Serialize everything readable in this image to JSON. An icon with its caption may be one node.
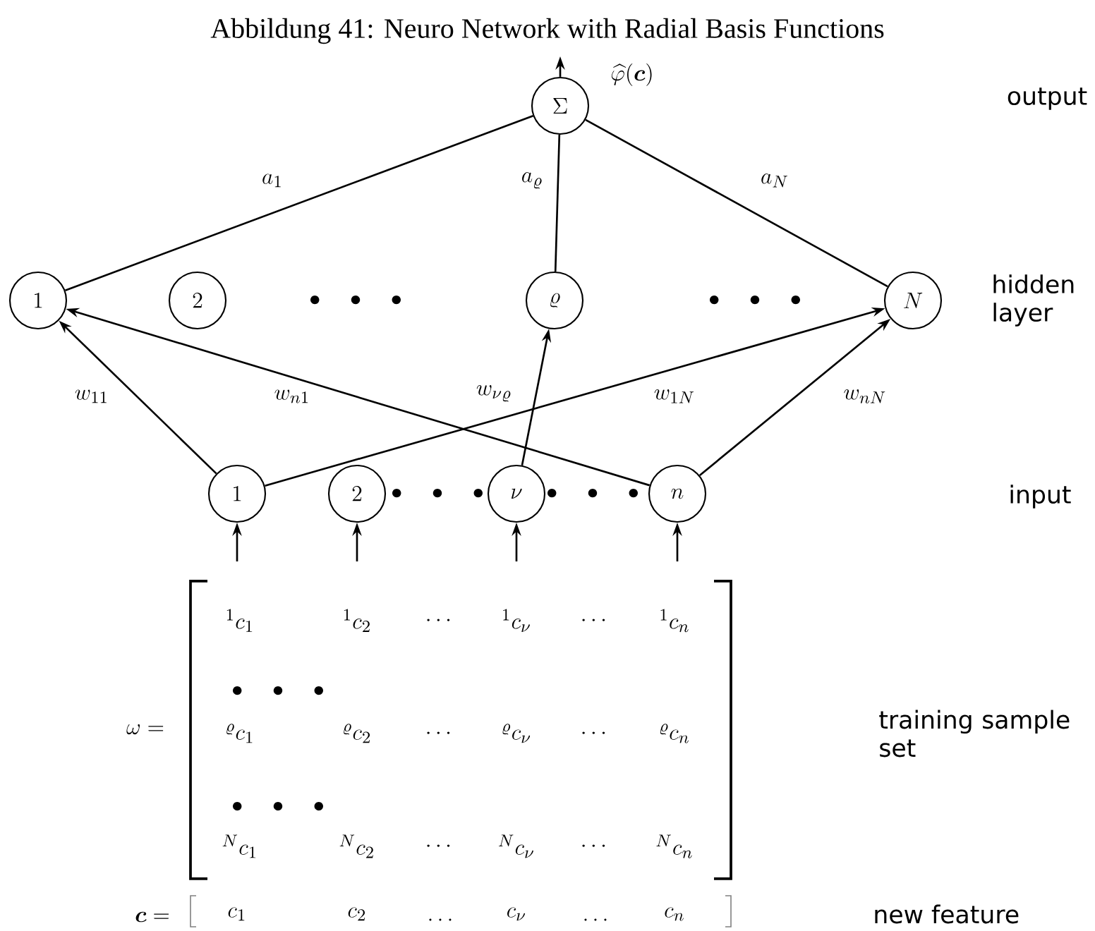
{
  "diagram": {
    "title": "Abbildung 41: Neuro Network with Radial Basis Functions",
    "nodes": [
      {
        "text": [
          "\\Sigma"
        ]
      },
      {
        "text": [
          "1"
        ]
      },
      {
        "text": [
          "2"
        ]
      },
      {
        "text": [
          "\\varrho"
        ]
      },
      {
        "text": [
          "N"
        ]
      },
      {
        "text": [
          "1"
        ]
      },
      {
        "text": [
          "2"
        ]
      },
      {
        "text": [
          "\\nu"
        ]
      },
      {
        "text": [
          "n"
        ]
      }
    ],
    "edges": [
      {
        "from": 0,
        "to": null,
        "arrow": "to",
        "label": "\\widehat{\\varphi}(\\boldsymbol{c})"
      },
      {
        "from": 1,
        "to": 0,
        "arrow": "none",
        "label": "a_{1}"
      },
      {
        "from": 3,
        "to": 0,
        "arrow": "none",
        "label": "a_{\\varrho}"
      },
      {
        "from": 4,
        "to": 0,
        "arrow": "none",
        "label": "a_{N}"
      },
      {
        "from": 5,
        "to": 1,
        "arrow": "to",
        "label": "w_{11}"
      },
      {
        "from": 8,
        "to": 1,
        "arrow": "to",
        "label": "w_{n1}"
      },
      {
        "from": 7,
        "to": 3,
        "arrow": "to",
        "label": "w_{\\nu\\varrho}"
      },
      {
        "from": 5,
        "to": 4,
        "arrow": "to",
        "label": "w_{1N}"
      },
      {
        "from": 8,
        "to": 4,
        "arrow": "to",
        "label": "w_{nN}"
      },
      {
        "from": null,
        "to": 5,
        "arrow": "to"
      },
      {
        "from": null,
        "to": 6,
        "arrow": "to"
      },
      {
        "from": null,
        "to": 7,
        "arrow": "to"
      },
      {
        "from": null,
        "to": 8,
        "arrow": "to"
      }
    ],
    "labels": [
      "output",
      "\\bullet\\quad\\bullet\\quad\\bullet",
      "\\bullet\\quad\\bullet\\quad\\bullet",
      "hidden layer",
      "\\bullet\\quad\\bullet\\quad\\bullet",
      "\\bullet\\quad\\bullet\\quad\\bullet",
      "input",
      "{}^{1}c_{1}",
      "{}^{1}c_{2}",
      "\\cdots",
      "{}^{1}c_{\\nu}",
      "\\cdots",
      "{}^{1}c_{n}",
      "\\bullet\\quad\\bullet\\quad\\bullet",
      "\\omega =",
      "{}^{\\varrho}c_{1}",
      "{}^{\\varrho}c_{2}",
      "\\cdots",
      "{}^{\\varrho}c_{\\nu}",
      "\\cdots",
      "{}^{\\varrho}c_{n}",
      "training sample set",
      "\\bullet\\quad\\bullet\\quad\\bullet",
      "{}^{N}c_{1}",
      "{}^{N}c_{2}",
      "\\cdots",
      "{}^{N}c_{\\nu}",
      "\\cdots",
      "{}^{N}c_{n}",
      "\\boldsymbol{c} =",
      "c_{1}",
      "c_{2}",
      "\\ldots",
      "c_{\\nu}",
      "\\ldots",
      "c_{n}",
      "new feature"
    ]
  }
}
